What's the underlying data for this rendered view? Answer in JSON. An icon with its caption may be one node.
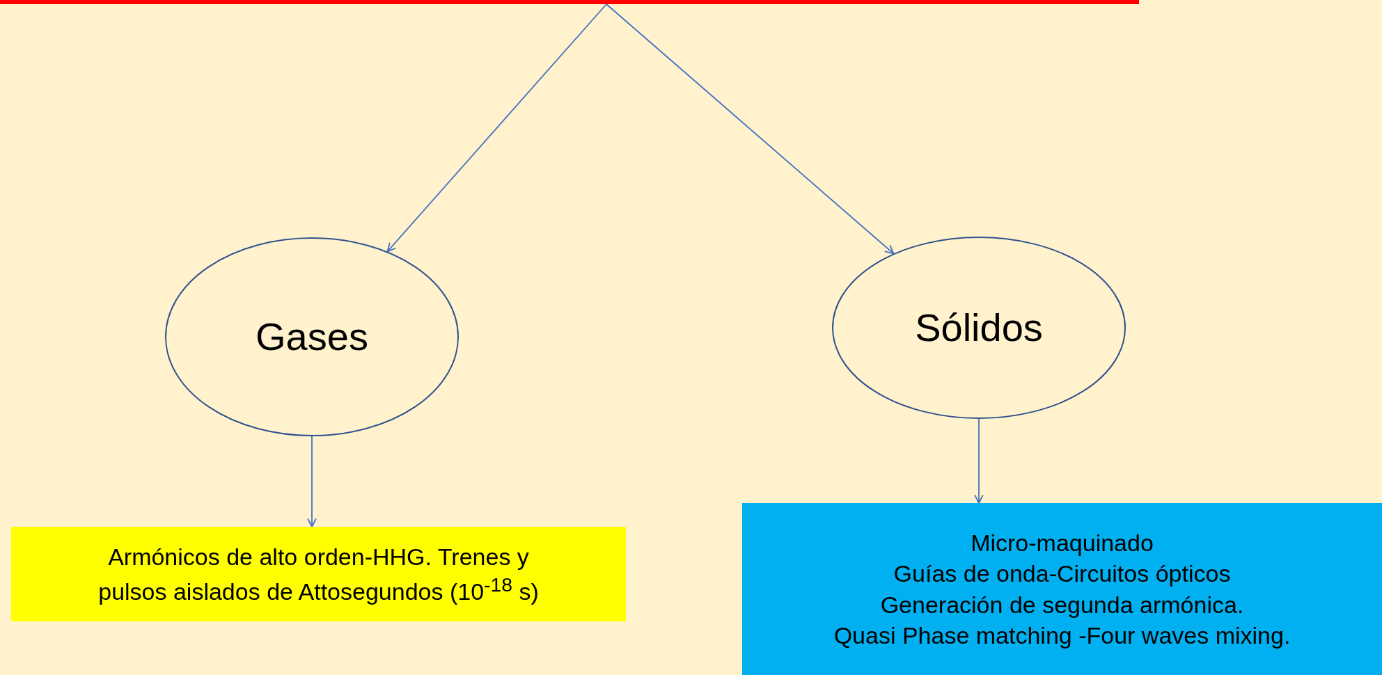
{
  "diagram": {
    "nodes": [
      {
        "text": [],
        "shape": "bar"
      },
      {
        "text": [
          "Gases"
        ]
      },
      {
        "text": [
          "Sólidos"
        ]
      },
      {
        "text": [
          "Armónicos de alto orden-HHG. Trenes y pulsos aislados  de Attosegundos (10$^{-18}$ s)"
        ]
      },
      {
        "text": [
          "Micro-maquinado",
          "Guías de onda-Circuitos ópticos",
          "Generación de segunda armónica.",
          "Quasi Phase matching -Four waves  mixing."
        ]
      }
    ],
    "edges": [
      {
        "from": 0,
        "to": 1,
        "arrow": "to"
      },
      {
        "from": 0,
        "to": 2,
        "arrow": "to"
      },
      {
        "from": 1,
        "to": 3,
        "arrow": "to"
      },
      {
        "from": 2,
        "to": 4,
        "arrow": "to"
      }
    ]
  }
}
